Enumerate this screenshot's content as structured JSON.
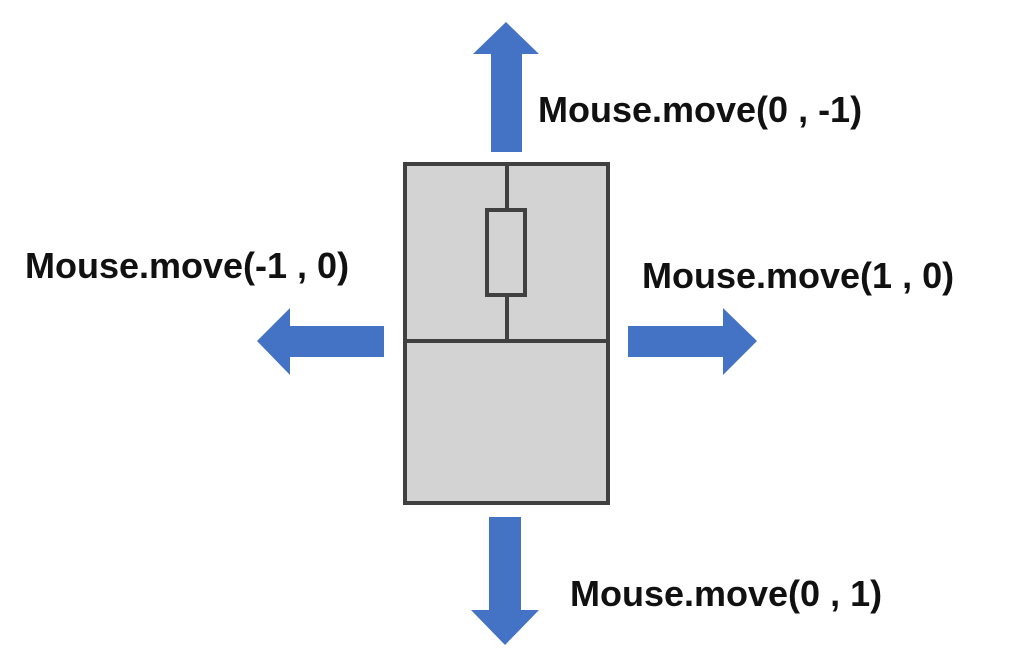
{
  "labels": {
    "up": "Mouse.move(0 , -1)",
    "left": "Mouse.move(-1 , 0)",
    "right": "Mouse.move(1 , 0)",
    "down": "Mouse.move(0 , 1)"
  },
  "colors": {
    "arrow": "#4472C4",
    "mouse_fill": "#D3D3D3",
    "mouse_stroke": "#404040",
    "text": "#111111"
  }
}
